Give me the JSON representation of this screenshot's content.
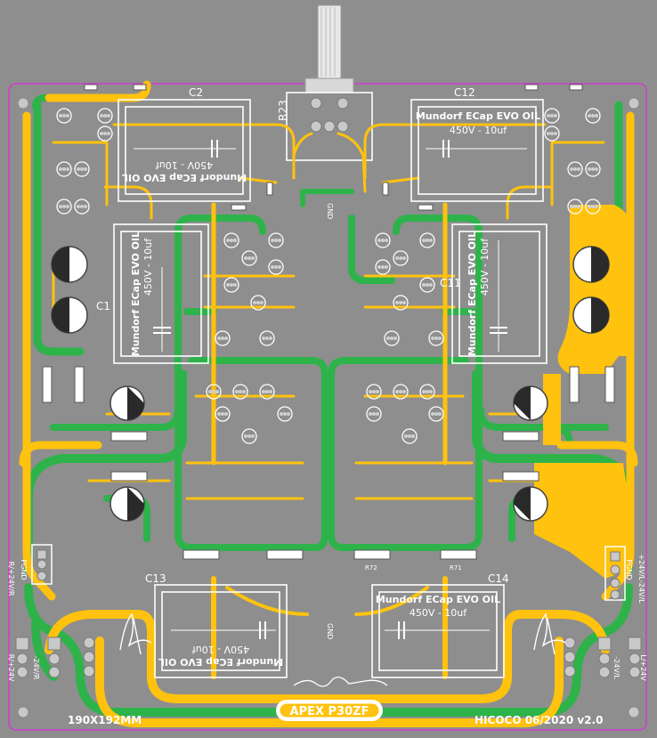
{
  "board": {
    "title": "APEX P30ZF",
    "size_label": "190X192MM",
    "author_label": "HICOCO 06/2020 v2.0",
    "colors": {
      "background": "#8e8e8e",
      "trace_power": "#ffc20e",
      "trace_ground": "#2db34a",
      "silkscreen": "#ffffff",
      "board_edge": "#d03cd0"
    }
  },
  "capacitors": [
    {
      "ref": "C2",
      "brand": "Mundorf ECap EVO OIL",
      "rating": "450V - 10uf"
    },
    {
      "ref": "C12",
      "brand": "Mundorf ECap EVO OIL",
      "rating": "450V - 10uf"
    },
    {
      "ref": "C1",
      "brand": "Mundorf ECap EVO OIL",
      "rating": "450V - 10uf"
    },
    {
      "ref": "C11",
      "brand": "Mundorf ECap EVO OIL",
      "rating": "450V - 10uf"
    },
    {
      "ref": "C13",
      "brand": "Mundorf ECap EVO OIL",
      "rating": "450V - 10uf"
    },
    {
      "ref": "C14",
      "brand": "Mundorf ECap EVO OIL",
      "rating": "450V - 10uf"
    }
  ],
  "labels": {
    "pot": "R23",
    "gnd_top": "GND",
    "gnd_bottom": "GND",
    "pgnd_left": "PGND",
    "pgnd_right": "PGND",
    "left_power": "R/+24V/R",
    "right_power": "+24V/L-24V/L",
    "bl_power": "-24V/R",
    "bl_power2": "R/+24V",
    "br_power": "-24V/L",
    "br_power2": "L/+24V",
    "r71": "R71",
    "r72": "R72"
  }
}
